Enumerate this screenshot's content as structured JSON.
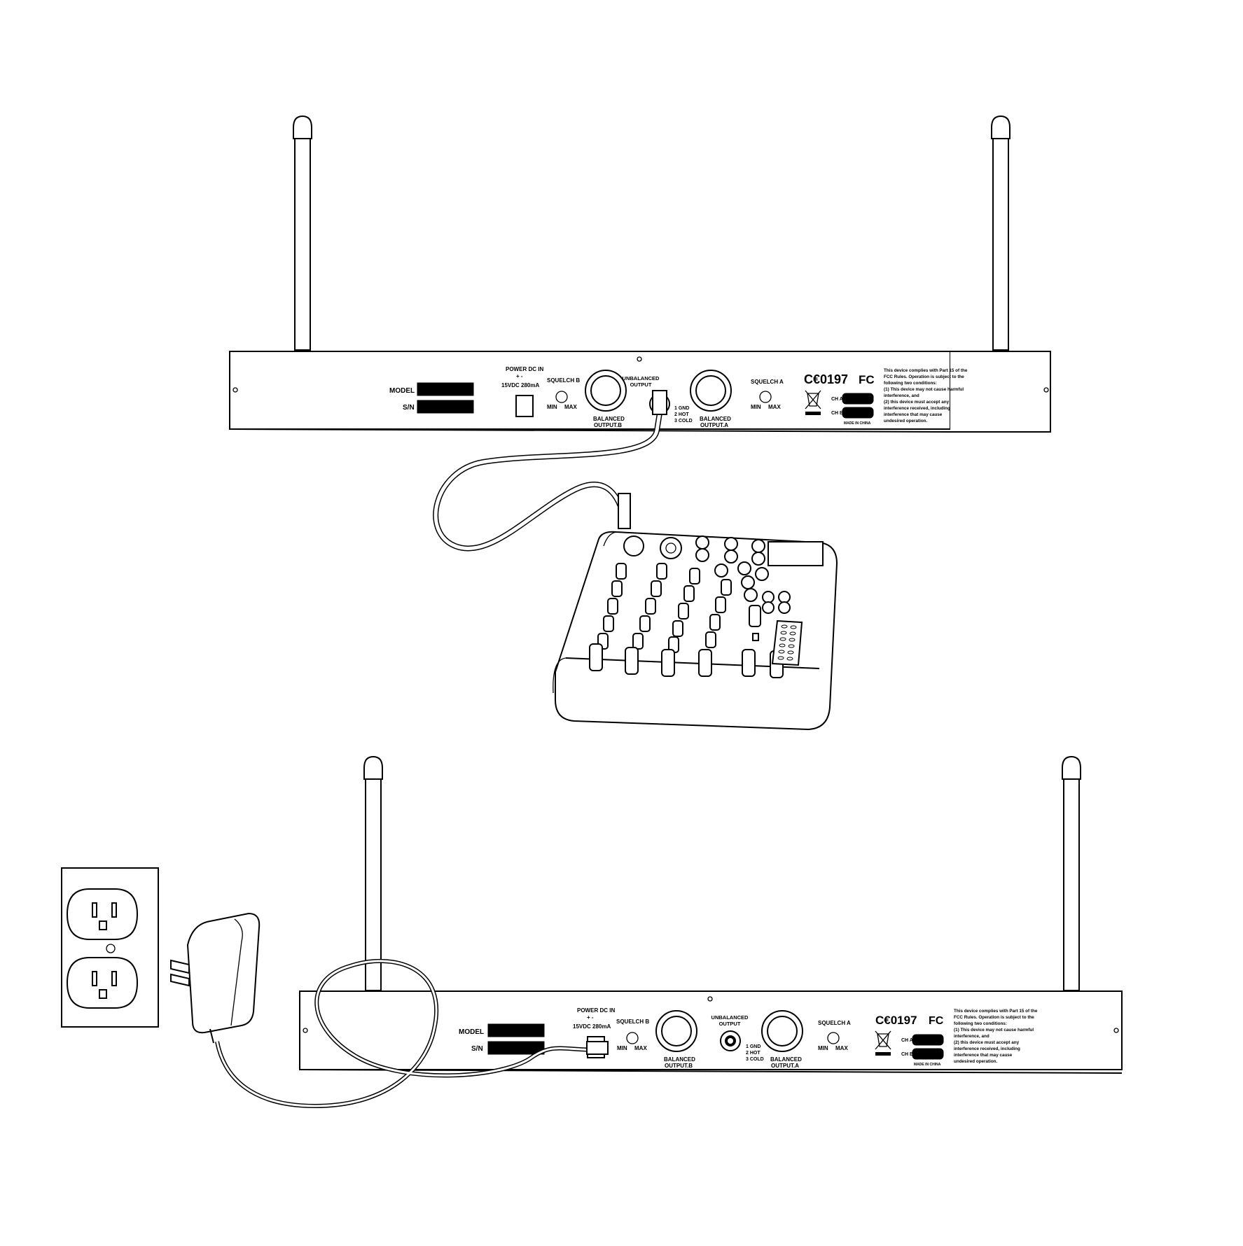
{
  "receiver": {
    "model_label": "MODEL",
    "sn_label": "S/N",
    "power_title": "POWER DC IN",
    "power_polarity": "+  -",
    "power_spec": "15VDC  280mA",
    "squelch_b": "SQUELCH B",
    "squelch_a": "SQUELCH A",
    "min_label": "MIN",
    "max_label": "MAX",
    "balanced_b_line1": "BALANCED",
    "balanced_b_line2": "OUTPUT.B",
    "balanced_a_line1": "BALANCED",
    "balanced_a_line2": "OUTPUT.A",
    "unbalanced_line1": "UNBALANCED",
    "unbalanced_line2": "OUTPUT",
    "pin1": "1 GND",
    "pin2": "2 HOT",
    "pin3": "3 COLD",
    "ce_mark": "C€0197",
    "fc_mark": "FC",
    "ch_a": "CH A",
    "ch_b": "CH B",
    "made_in": "MADE IN CHINA",
    "fcc_lines": [
      "This device complies with Part 15 of the",
      "FCC Rules. Operation is subject to the",
      "following two conditions:",
      "(1) This device may not cause harmful",
      "     interference, and",
      "(2) this device must accept any",
      "     interference received, including",
      "     interference that may cause",
      "     undesired operation."
    ]
  },
  "colors": {
    "line": "#000000",
    "background": "#ffffff"
  }
}
